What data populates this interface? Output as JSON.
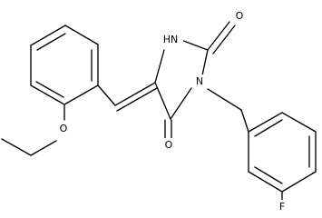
{
  "molecule": {
    "atoms": {
      "o_top": "O",
      "nh": "HN",
      "n_ring": "N",
      "o_bottom": "O",
      "o_ether": "O",
      "f": "F"
    },
    "colors": {
      "bond": "#000000",
      "text": "#000000",
      "background": "#ffffff"
    }
  }
}
